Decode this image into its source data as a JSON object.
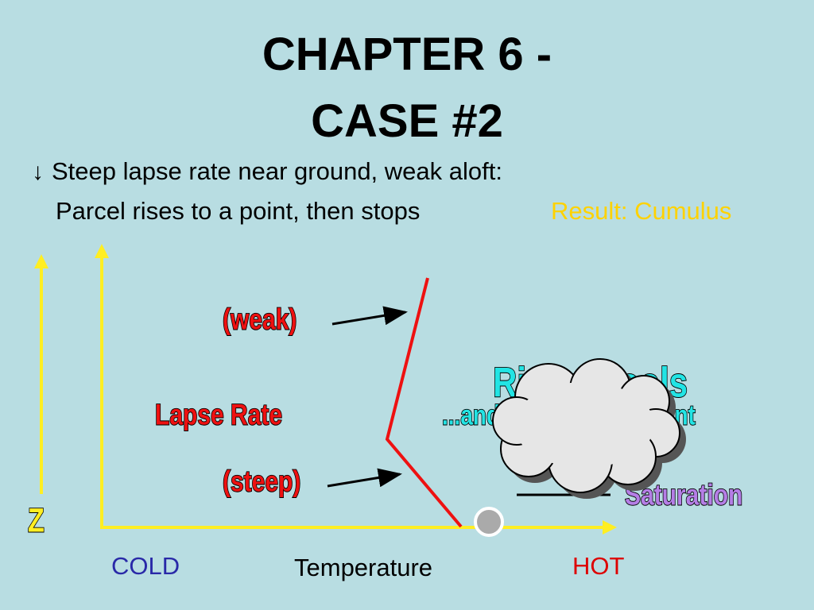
{
  "title": {
    "line1": "CHAPTER 6 -",
    "line2": "CASE #2"
  },
  "bullet": {
    "arrow": "↓",
    "line1": "Steep lapse rate near ground, weak aloft:",
    "line2": "Parcel rises to a point, then stops",
    "result": "Result: Cumulus"
  },
  "diagram": {
    "weak_label": "(weak)",
    "lapse_label": "Lapse Rate",
    "steep_label": "(steep)",
    "rises_cools_label": "Rises, cools",
    "dewpoint_label": "...and cools to dewpoint",
    "saturation_label": "Saturation",
    "z_label": "Z",
    "cold_label": "COLD",
    "temperature_label": "Temperature",
    "hot_label": "HOT"
  },
  "colors": {
    "background": "#b8dde2",
    "axis": "#ffee22",
    "lapse_line": "#ee1111",
    "result_text": "#ffd200",
    "cloud": "#e6e6e6"
  }
}
